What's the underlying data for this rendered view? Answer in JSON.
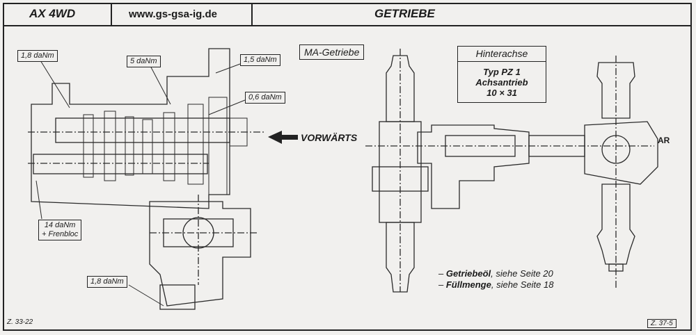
{
  "header": {
    "model": "AX 4WD",
    "url": "www.gs-gsa-ig.de",
    "title": "GETRIEBE"
  },
  "labels": {
    "torque_top_left": "1,8 daNm",
    "torque_5": "5 daNm",
    "torque_15": "1,5 daNm",
    "torque_06": "0,6 daNm",
    "torque_14": "14 daNm",
    "torque_14_sub": "+ Frenbloc",
    "torque_bottom": "1,8 daNm",
    "ma_getriebe": "MA-Getriebe",
    "vorwaerts": "VORWÄRTS",
    "ar": "AR"
  },
  "hinterachse": {
    "title": "Hinterachse",
    "line1": "Typ PZ 1",
    "line2": "Achsantrieb",
    "line3": "10 × 31"
  },
  "notes": {
    "oil_term": "Getriebeöl",
    "oil_ref": ", siehe Seite 20",
    "fill_term": "Füllmenge",
    "fill_ref": ", siehe Seite 18"
  },
  "figure_refs": {
    "left": "Z. 33-22",
    "right": "Z. 37-5"
  }
}
